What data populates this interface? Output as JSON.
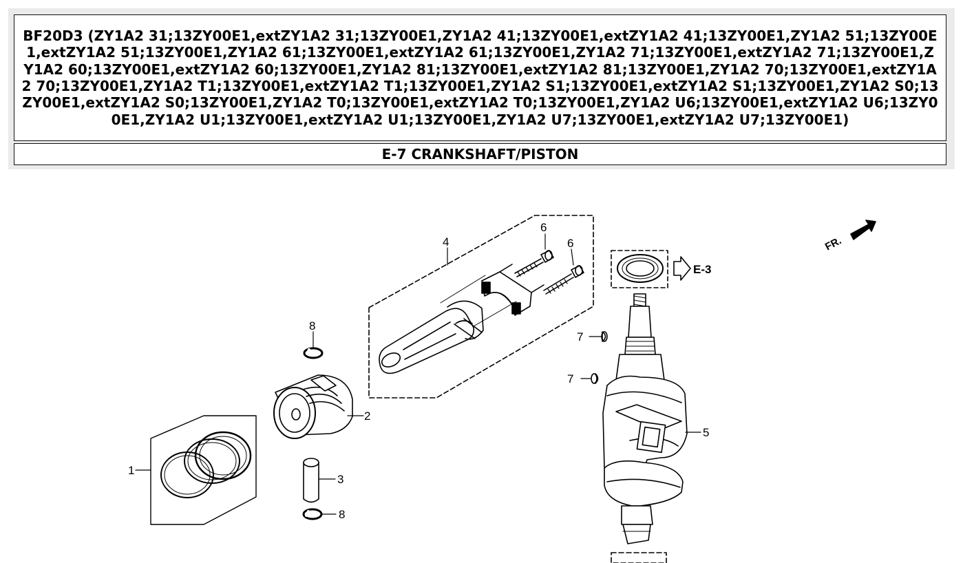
{
  "header": {
    "title": "BF20D3 (ZY1A2 31;13ZY00E1,extZY1A2 31;13ZY00E1,ZY1A2 41;13ZY00E1,extZY1A2 41;13ZY00E1,ZY1A2 51;13ZY00E1,extZY1A2 51;13ZY00E1,ZY1A2 61;13ZY00E1,extZY1A2 61;13ZY00E1,ZY1A2 71;13ZY00E1,extZY1A2 71;13ZY00E1,ZY1A2 60;13ZY00E1,extZY1A2 60;13ZY00E1,ZY1A2 81;13ZY00E1,extZY1A2 81;13ZY00E1,ZY1A2 70;13ZY00E1,extZY1A2 70;13ZY00E1,ZY1A2 T1;13ZY00E1,extZY1A2 T1;13ZY00E1,ZY1A2 S1;13ZY00E1,extZY1A2 S1;13ZY00E1,ZY1A2 S0;13ZY00E1,extZY1A2 S0;13ZY00E1,ZY1A2 T0;13ZY00E1,extZY1A2 T0;13ZY00E1,ZY1A2 U6;13ZY00E1,extZY1A2 U6;13ZY00E1,ZY1A2 U1;13ZY00E1,extZY1A2 U1;13ZY00E1,ZY1A2 U7;13ZY00E1,extZY1A2 U7;13ZY00E1)",
    "section": "E-7 CRANKSHAFT/PISTON"
  },
  "diagram": {
    "callouts": {
      "ring_set": "1",
      "piston": "2",
      "piston_pin": "3",
      "connecting_rod": "4",
      "crankshaft": "5",
      "bolt_a": "6",
      "bolt_b": "6",
      "key_upper": "7",
      "key_lower": "7",
      "clip_upper": "8",
      "clip_lower": "8"
    },
    "ref_label": "E-3",
    "direction_label": "FR."
  }
}
